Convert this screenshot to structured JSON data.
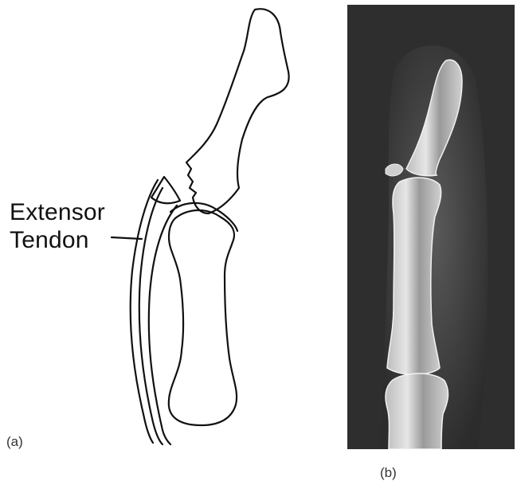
{
  "panel_a": {
    "caption": "(a)",
    "label_line1": "Extensor",
    "label_line2": "Tendon"
  },
  "panel_b": {
    "caption": "(b)"
  },
  "colors": {
    "line": "#111111",
    "xray_bg": "#3a3a3a",
    "bone": "#d8d8d8"
  }
}
